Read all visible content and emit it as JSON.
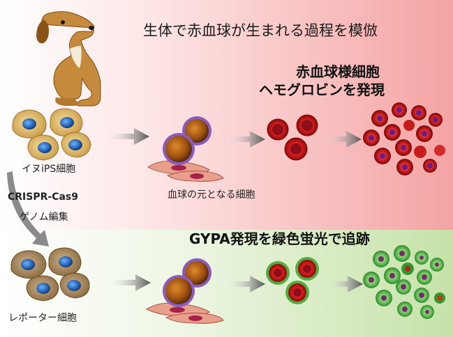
{
  "title": "生体で赤血球が生まれる過程を模倣",
  "headline_hemoglobin_line1": "赤血球様細胞",
  "headline_hemoglobin_line2": "ヘモグロビンを発現",
  "headline_gypa": "GYPA発現を緑色蛍光で追跡",
  "labels": {
    "ips": "イヌiPS細胞",
    "crispr": "CRISPR-Cas9",
    "genome_editing": "ゲノム編集",
    "progenitor": "血球の元となる細胞",
    "reporter": "レポーター細胞"
  },
  "colors": {
    "top_band": "#f4a3a3",
    "bottom_band": "#c6e2a8",
    "ips_cell": "#e8c170",
    "reporter_cell": "#b08d5a",
    "nucleus": "#2f6fc0",
    "red_cell": "#c8102e",
    "green_glow": "#5cb85c",
    "progenitor": "#b05f10",
    "progenitor_ring": "#8a5bbf",
    "arrow": "#6b6b6b"
  }
}
